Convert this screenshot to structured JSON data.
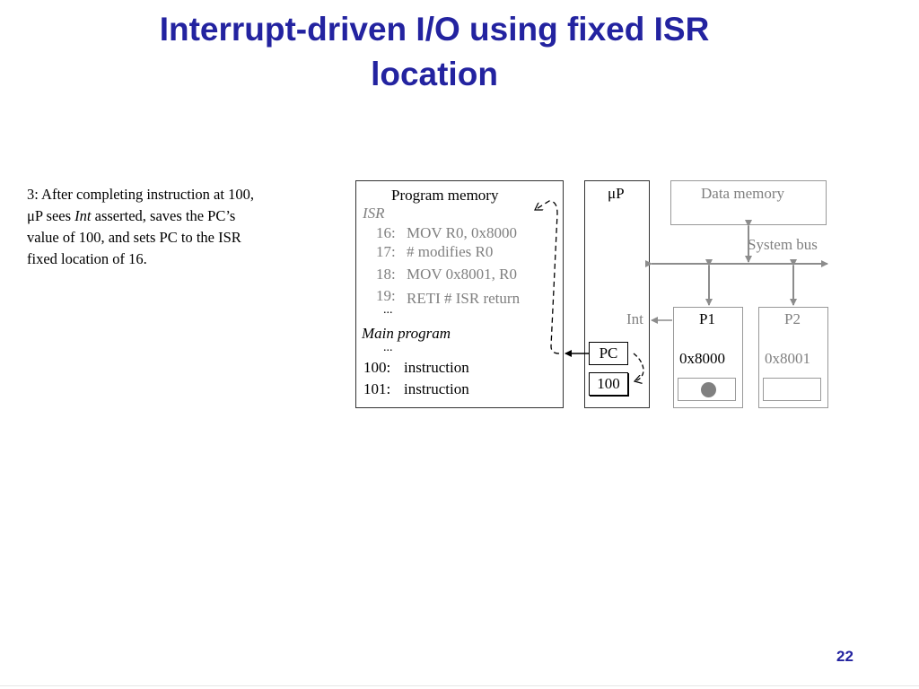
{
  "title": {
    "line1": "Interrupt-driven I/O using fixed ISR",
    "line2": "location"
  },
  "description": {
    "line1": "3: After completing instruction at 100,",
    "line2_pre": "μP sees ",
    "line2_em": "Int",
    "line2_post": " asserted, saves the PC’s",
    "line3": "value of 100, and sets PC to the ISR",
    "line4": "fixed location of 16."
  },
  "program_memory": {
    "label": "Program memory",
    "isr_label": "ISR",
    "isr_lines": [
      {
        "addr": "16:",
        "code": "MOV R0, 0x8000"
      },
      {
        "addr": "17:",
        "code": "# modifies R0"
      },
      {
        "addr": "18:",
        "code": "MOV 0x8001, R0"
      },
      {
        "addr": "19:",
        "code": "RETI  # ISR return"
      }
    ],
    "ellipsis": "...",
    "main_label": "Main program",
    "main_lines": [
      {
        "addr": "100:",
        "code": "instruction"
      },
      {
        "addr": "101:",
        "code": "instruction"
      }
    ]
  },
  "microprocessor": {
    "label": "μP",
    "pc_label": "PC",
    "pc_value": "100",
    "int_label": "Int"
  },
  "data_memory": {
    "label": "Data memory"
  },
  "system_bus": {
    "label": "System bus"
  },
  "peripherals": [
    {
      "name": "P1",
      "address": "0x8000"
    },
    {
      "name": "P2",
      "address": "0x8001"
    }
  ],
  "page_number": "22",
  "colors": {
    "title": "#2323a0",
    "gray": "#808080",
    "dark": "#000000"
  }
}
